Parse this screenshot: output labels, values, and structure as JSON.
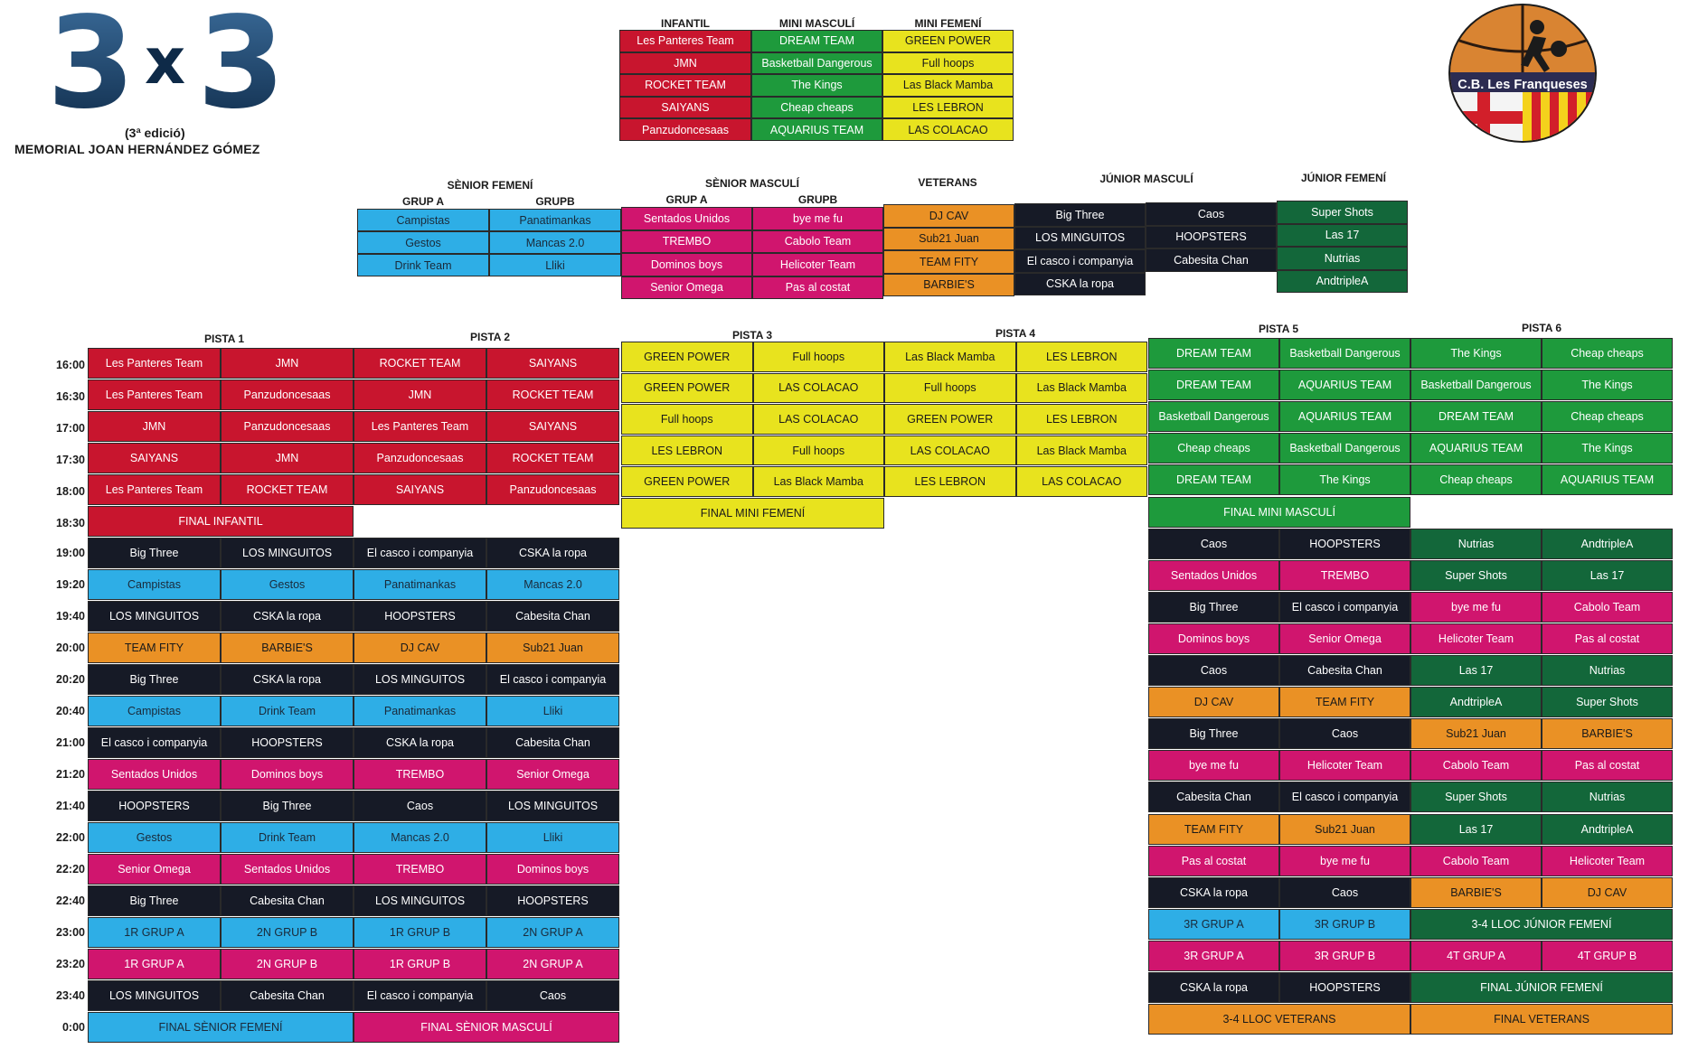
{
  "colors": {
    "INF": "#c8152e",
    "MMA": "#1e9a3c",
    "MFE": "#e8e31e",
    "SFE": "#2eaee6",
    "SMA": "#d0156e",
    "VET": "#ea9125",
    "JMA": "#161a26",
    "JFE": "#13673a"
  },
  "logo": {
    "big": "3x3",
    "edition": "(3ª edició)",
    "memorial": "MEMORIAL JOAN HERNÁNDEZ GÓMEZ",
    "icon": "3x3-logo-icon"
  },
  "club_logo": {
    "name": "C.B. Les Franqueses",
    "icon": "basketball-player-crest-icon"
  },
  "headers": {
    "infantil": "INFANTIL",
    "mini_masculi": "MINI MASCULÍ",
    "mini_femeni": "MINI FEMENÍ",
    "senior_femeni": "SÈNIOR FEMENÍ",
    "senior_masculi": "SÈNIOR MASCULÍ",
    "veterans": "VETERANS",
    "junior_masculi": "JÚNIOR MASCULÍ",
    "junior_femeni": "JÚNIOR FEMENÍ",
    "sf_grup_a": "GRUP A",
    "sf_grup_b": "GRUPB",
    "sm_grup_a": "GRUP A",
    "sm_grup_b": "GRUPB",
    "pista1": "PISTA 1",
    "pista2": "PISTA 2",
    "pista3": "PISTA 3",
    "pista4": "PISTA 4",
    "pista5": "PISTA 5",
    "pista6": "PISTA 6"
  },
  "groups": {
    "infantil": [
      "Les Panteres Team",
      "JMN",
      "ROCKET TEAM",
      "SAIYANS",
      "Panzudoncesaas"
    ],
    "mini_masculi": [
      "DREAM TEAM",
      "Basketball Dangerous",
      "The Kings",
      "Cheap cheaps",
      "AQUARIUS TEAM"
    ],
    "mini_femeni": [
      "GREEN POWER",
      "Full hoops",
      "Las Black Mamba",
      "LES LEBRON",
      "LAS COLACAO"
    ],
    "sf_a": [
      "Campistas",
      "Gestos",
      "Drink Team"
    ],
    "sf_b": [
      "Panatimankas",
      "Mancas 2.0",
      "Lliki"
    ],
    "sm_a": [
      "Sentados Unidos",
      "TREMBO",
      "Dominos boys",
      "Senior Omega"
    ],
    "sm_b": [
      "bye me fu",
      "Cabolo Team",
      "Helicoter Team",
      "Pas al costat"
    ],
    "veterans": [
      "DJ CAV",
      "Sub21 Juan",
      "TEAM FITY",
      "BARBIE'S"
    ],
    "jm_a": [
      "Big Three",
      "LOS MINGUITOS",
      "El casco i companyia",
      "CSKA la ropa"
    ],
    "jm_b": [
      "Caos",
      "HOOPSTERS",
      "Cabesita Chan"
    ],
    "junior_femeni": [
      "Super Shots",
      "Las 17",
      "Nutrias",
      "AndtripleA"
    ]
  },
  "times": [
    "16:00",
    "16:30",
    "17:00",
    "17:30",
    "18:00",
    "18:30",
    "19:00",
    "19:20",
    "19:40",
    "20:00",
    "20:20",
    "20:40",
    "21:00",
    "21:20",
    "21:40",
    "22:00",
    "22:20",
    "22:40",
    "23:00",
    "23:20",
    "23:40",
    "0:00"
  ],
  "schedule": {
    "p12": [
      [
        [
          "INF",
          "Les Panteres Team",
          1
        ],
        [
          "INF",
          "JMN",
          1
        ],
        [
          "INF",
          "ROCKET TEAM",
          1
        ],
        [
          "INF",
          "SAIYANS",
          1
        ]
      ],
      [
        [
          "INF",
          "Les Panteres Team",
          1
        ],
        [
          "INF",
          "Panzudoncesaas",
          1
        ],
        [
          "INF",
          "JMN",
          1
        ],
        [
          "INF",
          "ROCKET TEAM",
          1
        ]
      ],
      [
        [
          "INF",
          "JMN",
          1
        ],
        [
          "INF",
          "Panzudoncesaas",
          1
        ],
        [
          "INF",
          "Les Panteres Team",
          1
        ],
        [
          "INF",
          "SAIYANS",
          1
        ]
      ],
      [
        [
          "INF",
          "SAIYANS",
          1
        ],
        [
          "INF",
          "JMN",
          1
        ],
        [
          "INF",
          "Panzudoncesaas",
          1
        ],
        [
          "INF",
          "ROCKET TEAM",
          1
        ]
      ],
      [
        [
          "INF",
          "Les Panteres Team",
          1
        ],
        [
          "INF",
          "ROCKET TEAM",
          1
        ],
        [
          "INF",
          "SAIYANS",
          1
        ],
        [
          "INF",
          "Panzudoncesaas",
          1
        ]
      ],
      [
        [
          "INF",
          "FINAL INFANTIL",
          2
        ]
      ],
      [
        [
          "JMA",
          "Big Three",
          1
        ],
        [
          "JMA",
          "LOS MINGUITOS",
          1
        ],
        [
          "JMA",
          "El casco i companyia",
          1
        ],
        [
          "JMA",
          "CSKA la ropa",
          1
        ]
      ],
      [
        [
          "SFE",
          "Campistas",
          1
        ],
        [
          "SFE",
          "Gestos",
          1
        ],
        [
          "SFE",
          "Panatimankas",
          1
        ],
        [
          "SFE",
          "Mancas 2.0",
          1
        ]
      ],
      [
        [
          "JMA",
          "LOS MINGUITOS",
          1
        ],
        [
          "JMA",
          "CSKA la ropa",
          1
        ],
        [
          "JMA",
          "HOOPSTERS",
          1
        ],
        [
          "JMA",
          "Cabesita Chan",
          1
        ]
      ],
      [
        [
          "VET",
          "TEAM FITY",
          1
        ],
        [
          "VET",
          "BARBIE'S",
          1
        ],
        [
          "VET",
          "DJ CAV",
          1
        ],
        [
          "VET",
          "Sub21 Juan",
          1
        ]
      ],
      [
        [
          "JMA",
          "Big Three",
          1
        ],
        [
          "JMA",
          "CSKA la ropa",
          1
        ],
        [
          "JMA",
          "LOS MINGUITOS",
          1
        ],
        [
          "JMA",
          "El casco i companyia",
          1
        ]
      ],
      [
        [
          "SFE",
          "Campistas",
          1
        ],
        [
          "SFE",
          "Drink Team",
          1
        ],
        [
          "SFE",
          "Panatimankas",
          1
        ],
        [
          "SFE",
          "Lliki",
          1
        ]
      ],
      [
        [
          "JMA",
          "El casco i companyia",
          1
        ],
        [
          "JMA",
          "HOOPSTERS",
          1
        ],
        [
          "JMA",
          "CSKA la ropa",
          1
        ],
        [
          "JMA",
          "Cabesita Chan",
          1
        ]
      ],
      [
        [
          "SMA",
          "Sentados Unidos",
          1
        ],
        [
          "SMA",
          "Dominos boys",
          1
        ],
        [
          "SMA",
          "TREMBO",
          1
        ],
        [
          "SMA",
          "Senior Omega",
          1
        ]
      ],
      [
        [
          "JMA",
          "HOOPSTERS",
          1
        ],
        [
          "JMA",
          "Big Three",
          1
        ],
        [
          "JMA",
          "Caos",
          1
        ],
        [
          "JMA",
          "LOS MINGUITOS",
          1
        ]
      ],
      [
        [
          "SFE",
          "Gestos",
          1
        ],
        [
          "SFE",
          "Drink Team",
          1
        ],
        [
          "SFE",
          "Mancas 2.0",
          1
        ],
        [
          "SFE",
          "Lliki",
          1
        ]
      ],
      [
        [
          "SMA",
          "Senior Omega",
          1
        ],
        [
          "SMA",
          "Sentados Unidos",
          1
        ],
        [
          "SMA",
          "TREMBO",
          1
        ],
        [
          "SMA",
          "Dominos boys",
          1
        ]
      ],
      [
        [
          "JMA",
          "Big Three",
          1
        ],
        [
          "JMA",
          "Cabesita Chan",
          1
        ],
        [
          "JMA",
          "LOS MINGUITOS",
          1
        ],
        [
          "JMA",
          "HOOPSTERS",
          1
        ]
      ],
      [
        [
          "SFE",
          "1R GRUP A",
          1
        ],
        [
          "SFE",
          "2N GRUP B",
          1
        ],
        [
          "SFE",
          "1R GRUP B",
          1
        ],
        [
          "SFE",
          "2N GRUP A",
          1
        ]
      ],
      [
        [
          "SMA",
          "1R GRUP A",
          1
        ],
        [
          "SMA",
          "2N GRUP B",
          1
        ],
        [
          "SMA",
          "1R GRUP B",
          1
        ],
        [
          "SMA",
          "2N GRUP A",
          1
        ]
      ],
      [
        [
          "JMA",
          "LOS MINGUITOS",
          1
        ],
        [
          "JMA",
          "Cabesita Chan",
          1
        ],
        [
          "JMA",
          "El casco i companyia",
          1
        ],
        [
          "JMA",
          "Caos",
          1
        ]
      ],
      [
        [
          "SFE",
          "FINAL SÈNIOR FEMENÍ",
          2
        ],
        [
          "SMA",
          "FINAL SÈNIOR MASCULÍ",
          2
        ]
      ]
    ],
    "p34": [
      [
        [
          "MFE",
          "GREEN POWER",
          1
        ],
        [
          "MFE",
          "Full hoops",
          1
        ],
        [
          "MFE",
          "Las Black Mamba",
          1
        ],
        [
          "MFE",
          "LES LEBRON",
          1
        ]
      ],
      [
        [
          "MFE",
          "GREEN POWER",
          1
        ],
        [
          "MFE",
          "LAS COLACAO",
          1
        ],
        [
          "MFE",
          "Full hoops",
          1
        ],
        [
          "MFE",
          "Las Black Mamba",
          1
        ]
      ],
      [
        [
          "MFE",
          "Full hoops",
          1
        ],
        [
          "MFE",
          "LAS COLACAO",
          1
        ],
        [
          "MFE",
          "GREEN POWER",
          1
        ],
        [
          "MFE",
          "LES LEBRON",
          1
        ]
      ],
      [
        [
          "MFE",
          "LES LEBRON",
          1
        ],
        [
          "MFE",
          "Full hoops",
          1
        ],
        [
          "MFE",
          "LAS COLACAO",
          1
        ],
        [
          "MFE",
          "Las Black Mamba",
          1
        ]
      ],
      [
        [
          "MFE",
          "GREEN POWER",
          1
        ],
        [
          "MFE",
          "Las Black Mamba",
          1
        ],
        [
          "MFE",
          "LES LEBRON",
          1
        ],
        [
          "MFE",
          "LAS COLACAO",
          1
        ]
      ],
      [
        [
          "MFE",
          "FINAL MINI FEMENÍ",
          2
        ]
      ]
    ],
    "p56": [
      [
        [
          "MMA",
          "DREAM TEAM",
          1
        ],
        [
          "MMA",
          "Basketball Dangerous",
          1
        ],
        [
          "MMA",
          "The Kings",
          1
        ],
        [
          "MMA",
          "Cheap cheaps",
          1
        ]
      ],
      [
        [
          "MMA",
          "DREAM TEAM",
          1
        ],
        [
          "MMA",
          "AQUARIUS TEAM",
          1
        ],
        [
          "MMA",
          "Basketball Dangerous",
          1
        ],
        [
          "MMA",
          "The Kings",
          1
        ]
      ],
      [
        [
          "MMA",
          "Basketball Dangerous",
          1
        ],
        [
          "MMA",
          "AQUARIUS TEAM",
          1
        ],
        [
          "MMA",
          "DREAM TEAM",
          1
        ],
        [
          "MMA",
          "Cheap cheaps",
          1
        ]
      ],
      [
        [
          "MMA",
          "Cheap cheaps",
          1
        ],
        [
          "MMA",
          "Basketball Dangerous",
          1
        ],
        [
          "MMA",
          "AQUARIUS TEAM",
          1
        ],
        [
          "MMA",
          "The Kings",
          1
        ]
      ],
      [
        [
          "MMA",
          "DREAM TEAM",
          1
        ],
        [
          "MMA",
          "The Kings",
          1
        ],
        [
          "MMA",
          "Cheap cheaps",
          1
        ],
        [
          "MMA",
          "AQUARIUS TEAM",
          1
        ]
      ],
      [
        [
          "MMA",
          "FINAL MINI MASCULÍ",
          2
        ]
      ],
      [
        [
          "JMA",
          "Caos",
          1
        ],
        [
          "JMA",
          "HOOPSTERS",
          1
        ],
        [
          "JFE",
          "Nutrias",
          1
        ],
        [
          "JFE",
          "AndtripleA",
          1
        ]
      ],
      [
        [
          "SMA",
          "Sentados Unidos",
          1
        ],
        [
          "SMA",
          "TREMBO",
          1
        ],
        [
          "JFE",
          "Super Shots",
          1
        ],
        [
          "JFE",
          "Las 17",
          1
        ]
      ],
      [
        [
          "JMA",
          "Big Three",
          1
        ],
        [
          "JMA",
          "El casco i companyia",
          1
        ],
        [
          "SMA",
          "bye me fu",
          1
        ],
        [
          "SMA",
          "Cabolo Team",
          1
        ]
      ],
      [
        [
          "SMA",
          "Dominos boys",
          1
        ],
        [
          "SMA",
          "Senior Omega",
          1
        ],
        [
          "SMA",
          "Helicoter Team",
          1
        ],
        [
          "SMA",
          "Pas al costat",
          1
        ]
      ],
      [
        [
          "JMA",
          "Caos",
          1
        ],
        [
          "JMA",
          "Cabesita Chan",
          1
        ],
        [
          "JFE",
          "Las 17",
          1
        ],
        [
          "JFE",
          "Nutrias",
          1
        ]
      ],
      [
        [
          "VET",
          "DJ CAV",
          1
        ],
        [
          "VET",
          "TEAM FITY",
          1
        ],
        [
          "JFE",
          "AndtripleA",
          1
        ],
        [
          "JFE",
          "Super Shots",
          1
        ]
      ],
      [
        [
          "JMA",
          "Big Three",
          1
        ],
        [
          "JMA",
          "Caos",
          1
        ],
        [
          "VET",
          "Sub21 Juan",
          1
        ],
        [
          "VET",
          "BARBIE'S",
          1
        ]
      ],
      [
        [
          "SMA",
          "bye me fu",
          1
        ],
        [
          "SMA",
          "Helicoter Team",
          1
        ],
        [
          "SMA",
          "Cabolo Team",
          1
        ],
        [
          "SMA",
          "Pas al costat",
          1
        ]
      ],
      [
        [
          "JMA",
          "Cabesita Chan",
          1
        ],
        [
          "JMA",
          "El casco i companyia",
          1
        ],
        [
          "JFE",
          "Super Shots",
          1
        ],
        [
          "JFE",
          "Nutrias",
          1
        ]
      ],
      [
        [
          "VET",
          "TEAM FITY",
          1
        ],
        [
          "VET",
          "Sub21 Juan",
          1
        ],
        [
          "JFE",
          "Las 17",
          1
        ],
        [
          "JFE",
          "AndtripleA",
          1
        ]
      ],
      [
        [
          "SMA",
          "Pas al costat",
          1
        ],
        [
          "SMA",
          "bye me fu",
          1
        ],
        [
          "SMA",
          "Cabolo Team",
          1
        ],
        [
          "SMA",
          "Helicoter Team",
          1
        ]
      ],
      [
        [
          "JMA",
          "CSKA la ropa",
          1
        ],
        [
          "JMA",
          "Caos",
          1
        ],
        [
          "VET",
          "BARBIE'S",
          1
        ],
        [
          "VET",
          "DJ CAV",
          1
        ]
      ],
      [
        [
          "SFE",
          "3R GRUP A",
          1
        ],
        [
          "SFE",
          "3R GRUP B",
          1
        ],
        [
          "JFE",
          "3-4 LLOC JÚNIOR FEMENÍ",
          2
        ]
      ],
      [
        [
          "SMA",
          "3R GRUP A",
          1
        ],
        [
          "SMA",
          "3R GRUP B",
          1
        ],
        [
          "SMA",
          "4T GRUP A",
          1
        ],
        [
          "SMA",
          "4T GRUP B",
          1
        ]
      ],
      [
        [
          "JMA",
          "CSKA la ropa",
          1
        ],
        [
          "JMA",
          "HOOPSTERS",
          1
        ],
        [
          "JFE",
          "FINAL JÚNIOR FEMENÍ",
          2
        ]
      ],
      [
        [
          "VET",
          "3-4 LLOC VETERANS",
          2
        ],
        [
          "VET",
          "FINAL VETERANS",
          2
        ]
      ]
    ]
  }
}
